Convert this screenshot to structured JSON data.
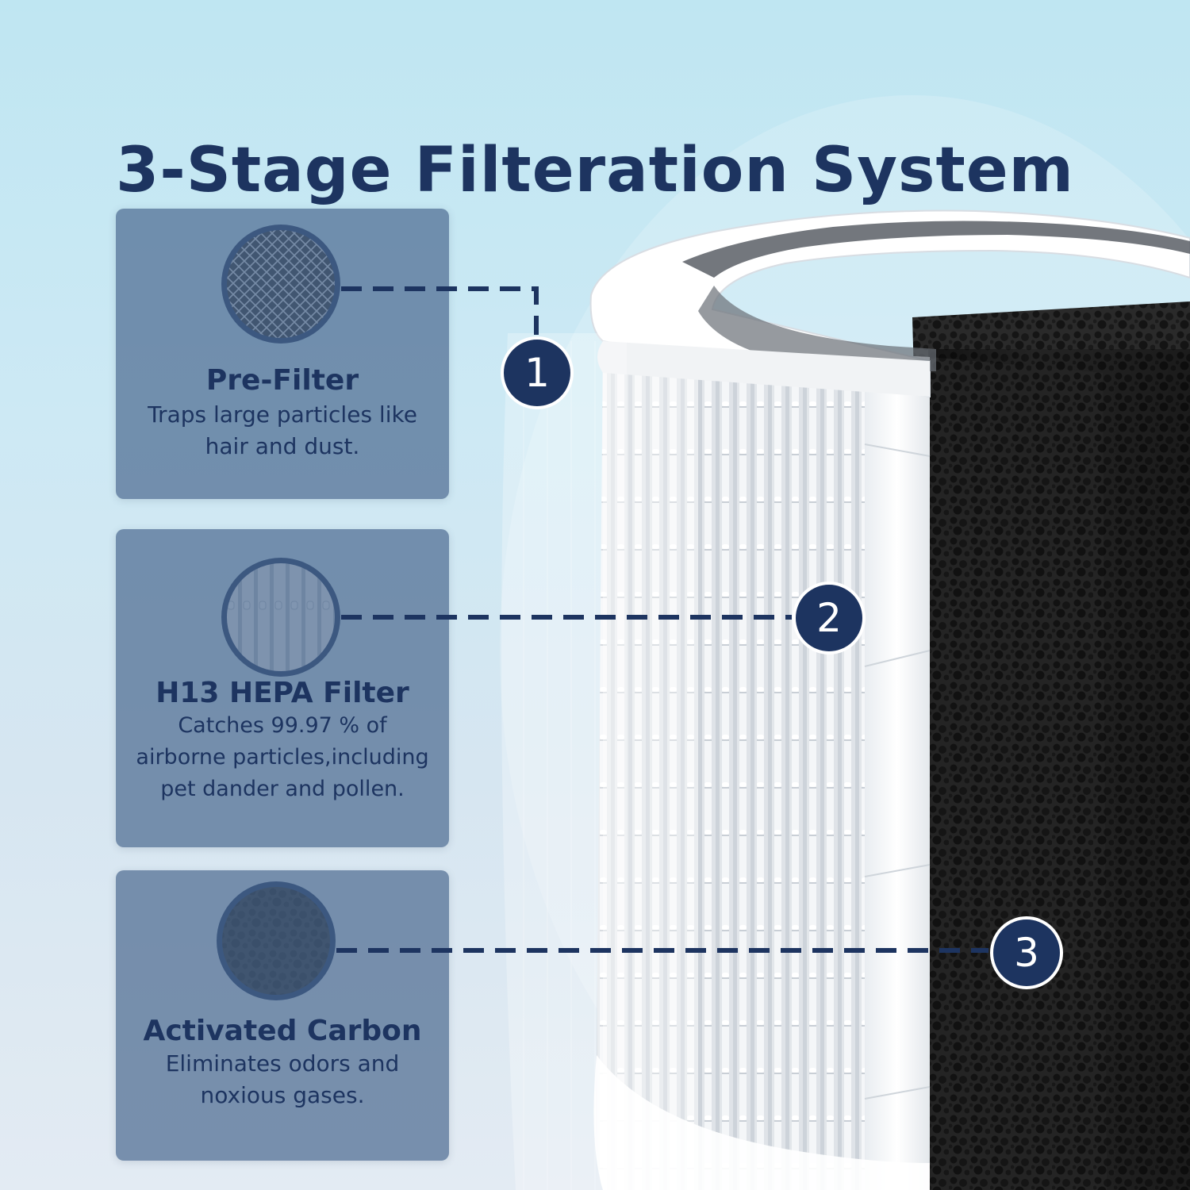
{
  "headline": "3-Stage Filteration System",
  "stages": [
    {
      "number": "1",
      "title": "Pre-Filter",
      "description": "Traps large particles like\nhair and dust.",
      "icon": "mesh-icon"
    },
    {
      "number": "2",
      "title": "H13 HEPA Filter",
      "description": "Catches 99.97 % of\nairborne particles,including\npet dander and pollen.",
      "icon": "pleat-icon"
    },
    {
      "number": "3",
      "title": "Activated Carbon",
      "description": "Eliminates odors and\nnoxious gases.",
      "icon": "carbon-foam-icon"
    }
  ],
  "colors": {
    "navy": "#1d3460",
    "card": "#4a688e",
    "carbon": "#2b2b2b",
    "frame": "#ffffff"
  }
}
